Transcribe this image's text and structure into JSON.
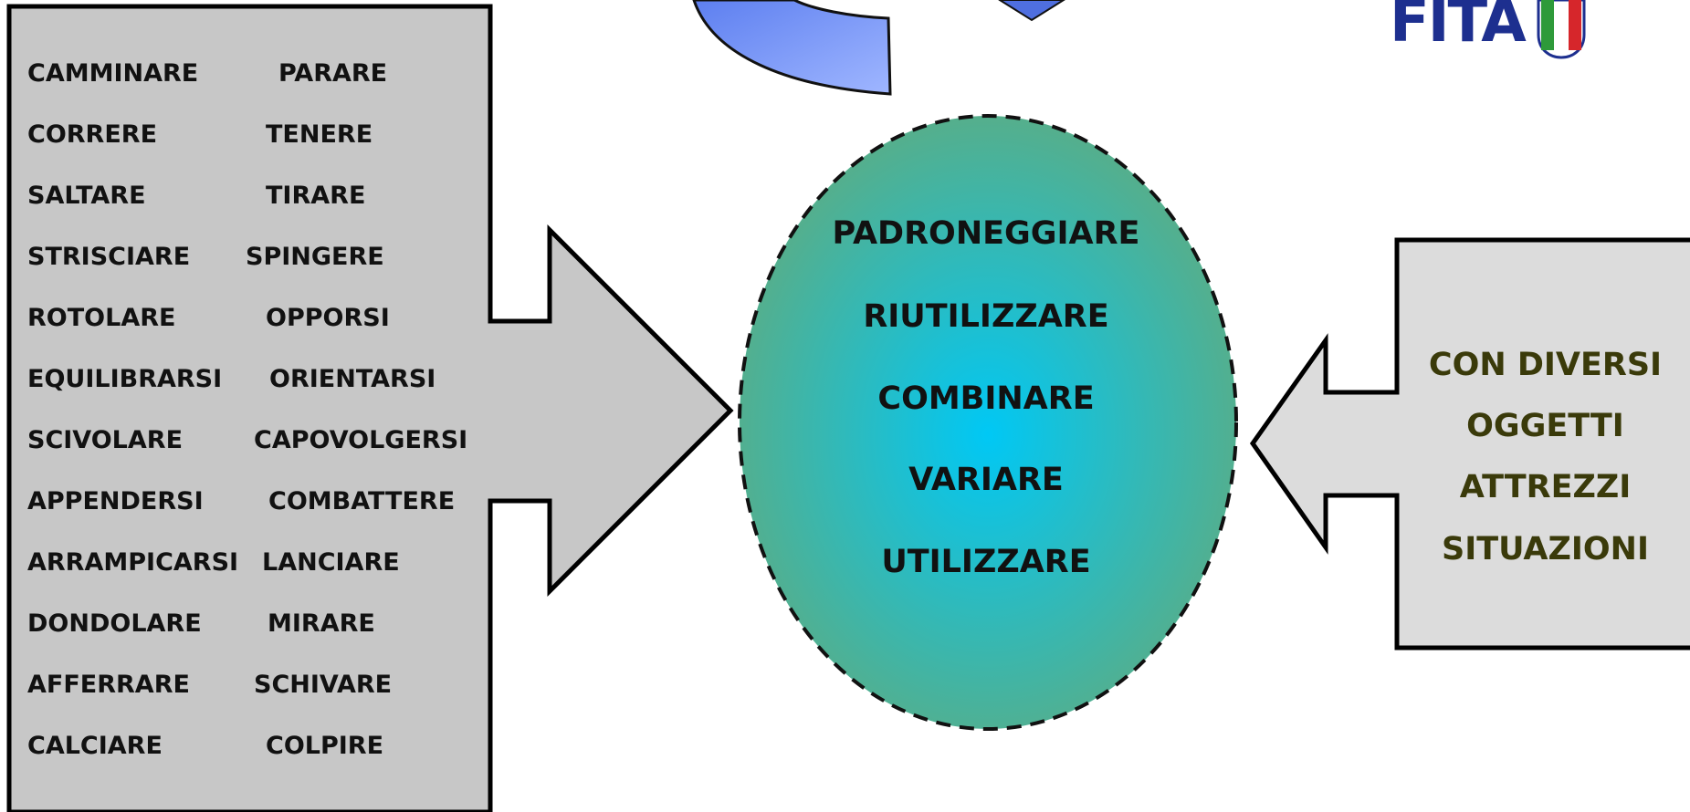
{
  "logo": {
    "text": "FITA",
    "flag_colors": [
      "#2e9a3a",
      "#ffffff",
      "#d6262b"
    ]
  },
  "verbs": {
    "left": [
      "CAMMINARE",
      "CORRERE",
      "SALTARE",
      "STRISCIARE",
      "ROTOLARE",
      "EQUILIBRARSI",
      "SCIVOLARE",
      "APPENDERSI",
      "ARRAMPICARSI",
      "DONDOLARE",
      "AFFERRARE",
      "CALCIARE"
    ],
    "right": [
      "PARARE",
      "TENERE",
      "TIRARE",
      "SPINGERE",
      "OPPORSI",
      "ORIENTARSI",
      "CAPOVOLGERSI",
      "COMBATTERE",
      "LANCIARE",
      "MIRARE",
      "SCHIVARE",
      "COLPIRE"
    ]
  },
  "center": [
    "PADRONEGGIARE",
    "RIUTILIZZARE",
    "COMBINARE",
    "VARIARE",
    "UTILIZZARE"
  ],
  "right_box": [
    "CON DIVERSI",
    "OGGETTI",
    "ATTREZZI",
    "SITUAZIONI"
  ],
  "colors": {
    "left_panel": "#c7c7c7",
    "right_panel": "#dcdcdc",
    "ellipse_center": "#00c8f5",
    "ellipse_edge": "#5aad86",
    "right_text": "#3a3a0a"
  }
}
